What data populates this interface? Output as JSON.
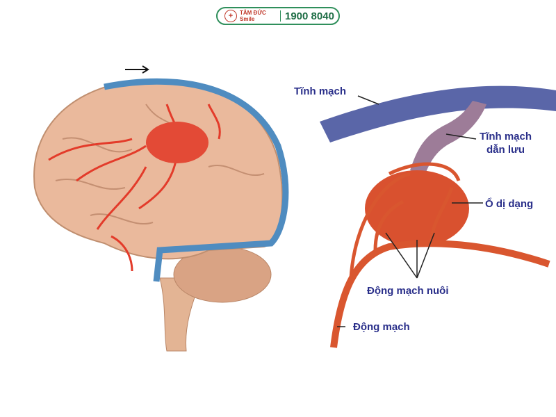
{
  "header": {
    "brand": "TÂM ĐỨC Smile",
    "phone": "1900 8040"
  },
  "labels": {
    "vein": "Tĩnh mạch",
    "drain_vein_1": "Tĩnh mạch",
    "drain_vein_2": "dẫn lưu",
    "nidus": "Ổ dị dạng",
    "feeding_arteries": "Động mạch nuôi",
    "artery": "Động mạch"
  },
  "colors": {
    "vein": "#5a66a8",
    "artery": "#e0502f",
    "brain": "#e8b89a",
    "label": "#2a2f8a",
    "brand": "#2f8f5b"
  }
}
